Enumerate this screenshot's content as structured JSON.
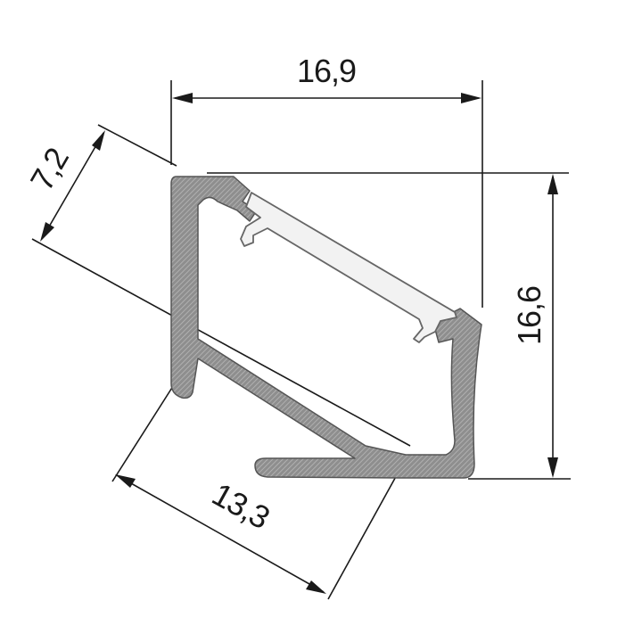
{
  "dimensions": {
    "top_width": "16,9",
    "right_height": "16,6",
    "diffuser_offset": "7,2",
    "base_width": "13,3"
  },
  "colors": {
    "profile_fill": "#8c8c8c",
    "profile_hatch": "#b5b5b5",
    "diffuser_fill": "#f2f2f2",
    "line": "#1a1a1a"
  }
}
